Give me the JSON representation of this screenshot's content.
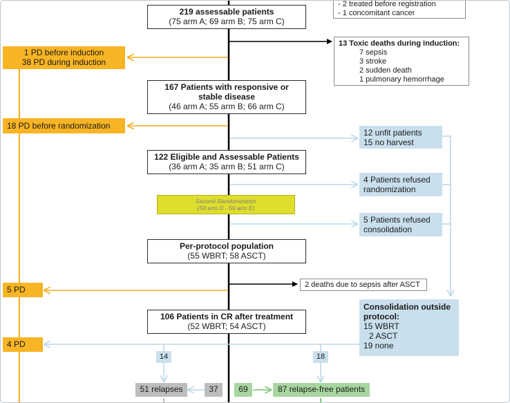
{
  "excluded": [
    "- 2 treated before registration",
    "- 1 concomitant cancer"
  ],
  "assessable": {
    "title": "219 assessable patients",
    "arms": "(75 arm A; 69 arm B; 75 arm C)"
  },
  "toxic_deaths": {
    "title": "13 Toxic deaths during induction:",
    "items": [
      "7 sepsis",
      "3 stroke",
      "2 sudden death",
      "1 pulmonary hemorrhage"
    ]
  },
  "pd_induction": [
    "1 PD before induction",
    "38 PD during induction"
  ],
  "responsive": {
    "title_1": "167 Patients with responsive or",
    "title_2": "stable disease",
    "arms": "(46 arm A; 55 arm B; 66 arm C)"
  },
  "pd_randomization": "18 PD before randomization",
  "unfit": [
    "12 unfit patients",
    "15 no harvest"
  ],
  "eligible": {
    "title": "122 Eligible and Assessable Patients",
    "arms": "(36 arm A; 35 arm B; 51 arm C)"
  },
  "refused_randomization": [
    "4 Patients refused",
    "randomization"
  ],
  "second_randomization": {
    "title": "Second Randomization",
    "arms": "(59 arm D - 59 arm E)"
  },
  "refused_consolidation": [
    "5 Patients refused",
    "consolidation"
  ],
  "per_protocol": {
    "title": "Per-protocol population",
    "arms": "(55 WBRT; 58 ASCT)"
  },
  "pd5": "5 PD",
  "sepsis_deaths": "2 deaths due to sepsis after ASCT",
  "cr": {
    "title": "106 Patients in CR after treatment",
    "arms": "(52 WBRT; 54 ASCT)"
  },
  "consolidation_outside": {
    "title_1": "Consolidation outside",
    "title_2": "protocol:",
    "items": [
      "15 WBRT",
      "2 ASCT",
      "19 none"
    ]
  },
  "pd4": "4 PD",
  "count_14": "14",
  "count_18": "18",
  "relapses": "51 relapses",
  "count_37": "37",
  "count_69": "69",
  "relapse_free": "87 relapse-free patients",
  "colors": {
    "orange": "#f7b424",
    "blue": "#c9dfec",
    "yellow": "#dede2c",
    "gray": "#bdbdbd",
    "green": "#a8d6a0",
    "wire_orange": "#f5ac1c",
    "wire_blue": "#b9d7e9",
    "wire_green": "#7cc474"
  }
}
